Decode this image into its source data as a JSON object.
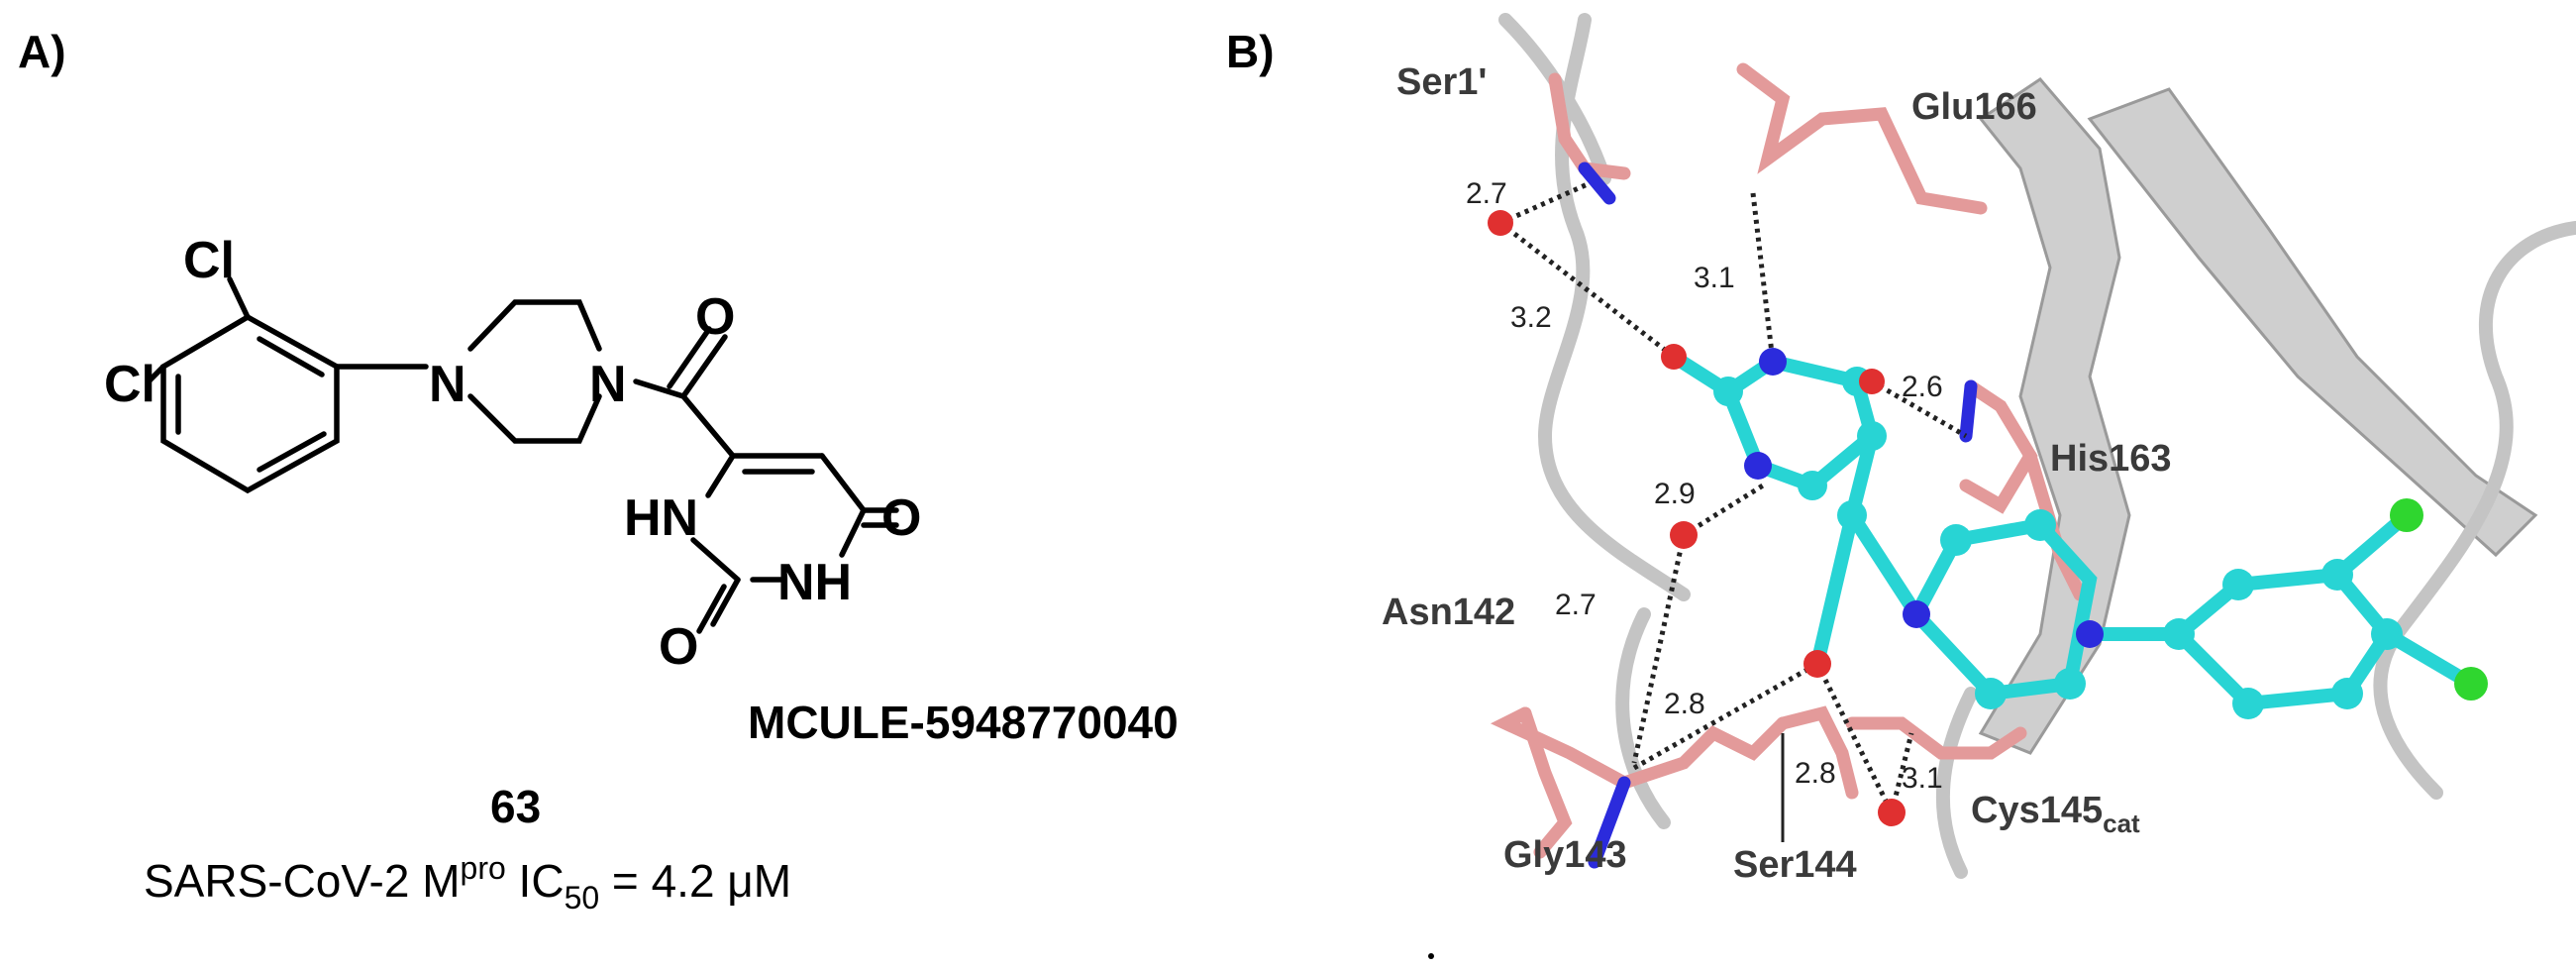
{
  "panel_a": {
    "label": "A)",
    "atoms": {
      "cl_top": "Cl",
      "cl_left": "Cl",
      "n_piperazine_left": "N",
      "n_piperazine_right": "N",
      "o_carbonyl": "O",
      "o_ring_right": "O",
      "o_ring_bottom": "O",
      "hn_left": "HN",
      "nh_right": "NH"
    },
    "compound_code": "MCULE-5948770040",
    "compound_number": "63",
    "activity": {
      "prefix": "SARS-CoV-2 M",
      "superscript": "pro",
      "ic": " IC",
      "subscript": "50",
      "value": " = 4.2 μM"
    }
  },
  "panel_b": {
    "label": "B)",
    "residues": {
      "ser1": "Ser1'",
      "glu166": "Glu166",
      "his163": "His163",
      "asn142": "Asn142",
      "gly143": "Gly143",
      "ser144": "Ser144",
      "cys145": "Cys145",
      "cys145_sub": "cat"
    },
    "distances": {
      "d1": "2.7",
      "d2": "3.2",
      "d3": "3.1",
      "d4": "2.6",
      "d5": "2.9",
      "d6": "2.7",
      "d7": "2.8",
      "d8": "2.8",
      "d9": "3.1"
    },
    "colors": {
      "ligand_carbon": "#28d4d4",
      "nitrogen": "#2b2bdc",
      "oxygen": "#e03030",
      "chlorine": "#2fd62f",
      "residue_carbon": "#e39a9a",
      "ribbon": "#cfcfcf"
    }
  }
}
